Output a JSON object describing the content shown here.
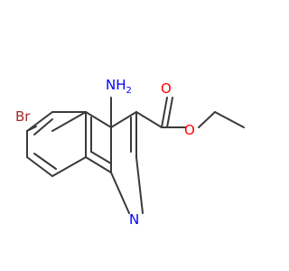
{
  "molecule": {
    "atoms": [
      {
        "id": "Br",
        "label": "Br",
        "color": "#a52a2a"
      },
      {
        "id": "NH2",
        "label": "NH",
        "subscript": "2",
        "color": "#0000ff"
      },
      {
        "id": "N",
        "label": "N",
        "color": "#0000ff"
      },
      {
        "id": "O1",
        "label": "O",
        "color": "#ff0000"
      },
      {
        "id": "O2",
        "label": "O",
        "color": "#ff0000"
      }
    ],
    "bond_color": "#3a3a3a"
  }
}
